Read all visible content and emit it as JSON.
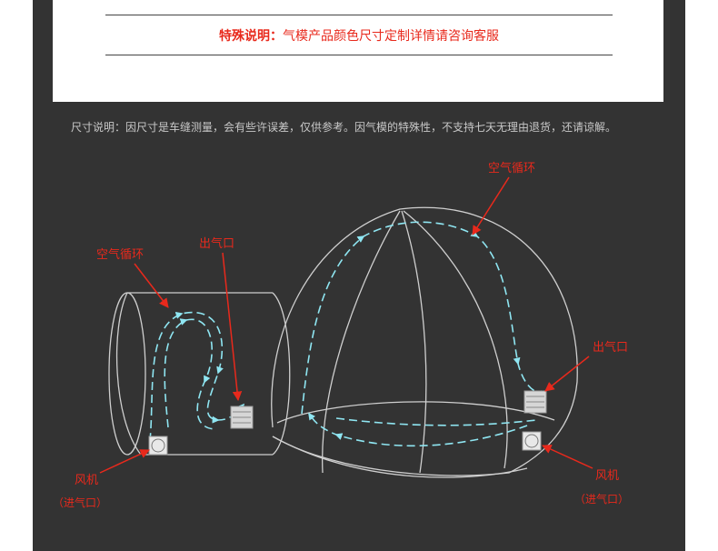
{
  "header": {
    "special_label": "特殊说明：",
    "special_text": "气模产品颜色尺寸定制详情请咨询客服"
  },
  "size_note": "尺寸说明：因尺寸是车缝测量，会有些许误差，仅供参考。因气模的特殊性，不支持七天无理由退货，还请谅解。",
  "diagram": {
    "labels": {
      "air_circulation_top": "空气循环",
      "air_circulation_left": "空气循环",
      "outlet_tunnel": "出气口",
      "outlet_dome": "出气口",
      "fan_left": "风机",
      "inlet_left": "（进气口）",
      "fan_right": "风机",
      "inlet_right": "（进气口）"
    },
    "colors": {
      "background": "#333333",
      "outline": "#cfcfcf",
      "annotation": "#e8291c",
      "airflow": "#8fe6f2"
    }
  }
}
